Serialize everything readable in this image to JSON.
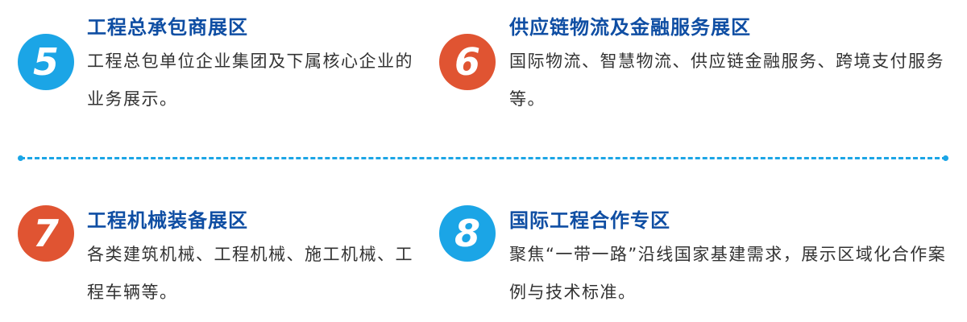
{
  "zones": [
    {
      "number": "5",
      "color": "#1ba5e6",
      "title": "工程总承包商展区",
      "description": "工程总包单位企业集团及下属核心企业的业务展示。"
    },
    {
      "number": "6",
      "color": "#e05432",
      "title": "供应链物流及金融服务展区",
      "description": "国际物流、智慧物流、供应链金融服务、跨境支付服务等。"
    },
    {
      "number": "7",
      "color": "#e05432",
      "title": "工程机械装备展区",
      "description": "各类建筑机械、工程机械、施工机械、工程车辆等。"
    },
    {
      "number": "8",
      "color": "#1ba5e6",
      "title": "国际工程合作专区",
      "description": "聚焦“一带一路”沿线国家基建需求，展示区域化合作案例与技术标准。"
    }
  ],
  "colors": {
    "title": "#0f4ea3",
    "text": "#333333",
    "divider": "#1ba5e6"
  }
}
